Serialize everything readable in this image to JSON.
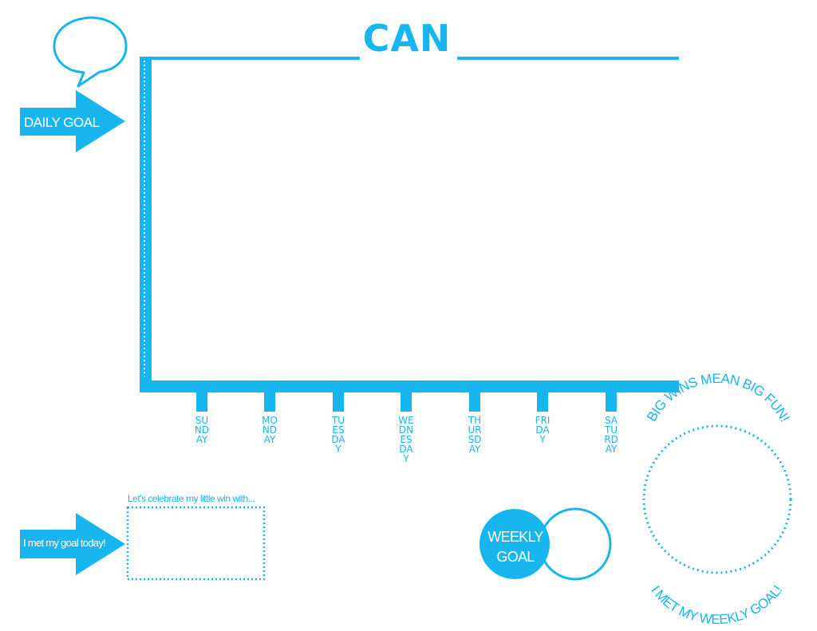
{
  "title": "CAN",
  "daily_goal_label": "DAILY GOAL",
  "days": [
    "SUNDAY",
    "MONDAY",
    "TUESDAY",
    "WEDNESDAY",
    "THURSDAY",
    "FRIDAY",
    "SATURDAY"
  ],
  "celebrate_label": "Let's celebrate my little win with...",
  "met_goal_label": "I met my goal today!",
  "weekly_goal_label": "WEEKLY GOAL",
  "big_wins_text": "BIG WINS MEAN BIG FUN!",
  "met_weekly_goal_text": "I MET MY WEEKLY GOAL!",
  "colors": {
    "accent": "#18b6ee",
    "background": "#ffffff"
  }
}
